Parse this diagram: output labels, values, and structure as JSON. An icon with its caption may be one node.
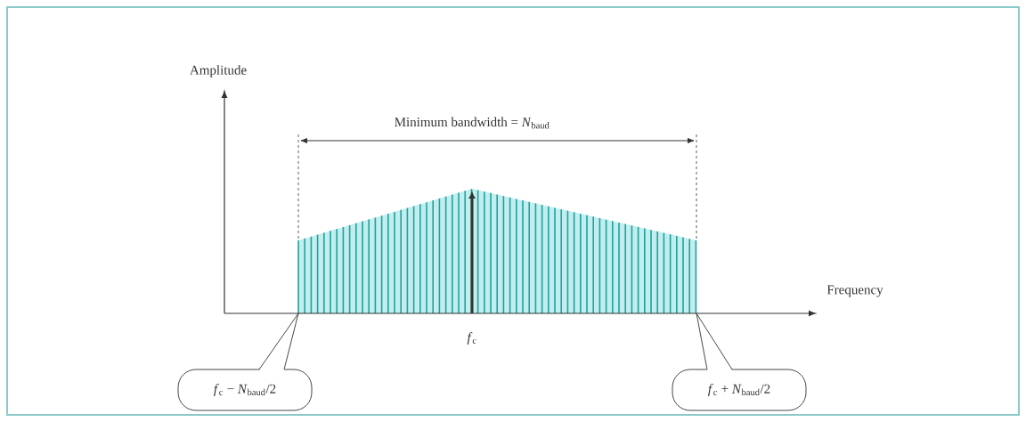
{
  "diagram": {
    "nodes": [
      {
        "text": [
          "*f*$_{c}$ − *N*$_{baud}$/2"
        ]
      },
      {
        "text": [
          "*f*$_{c}$ + *N*$_{baud}$/2"
        ]
      }
    ],
    "labels": [
      "Amplitude",
      "Minimum bandwidth = *N*$_{baud}$",
      "Frequency",
      "*f*$_{c}$"
    ]
  }
}
